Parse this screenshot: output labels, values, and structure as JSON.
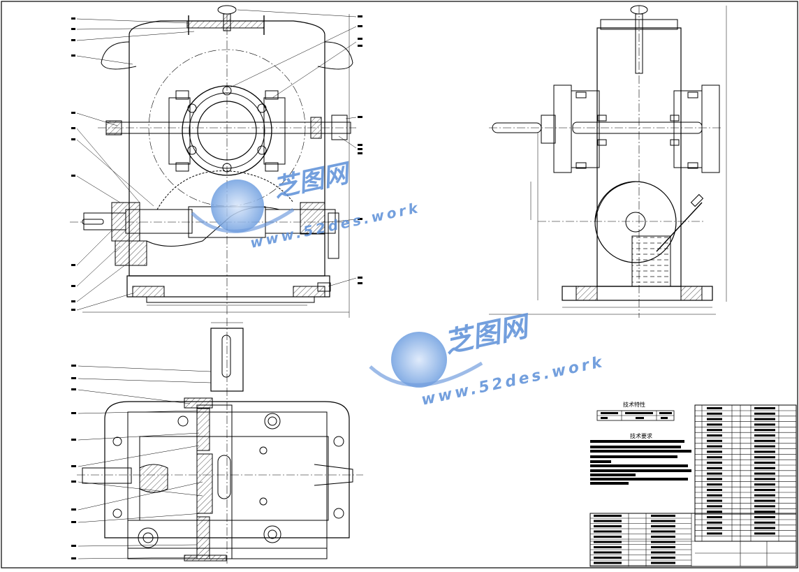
{
  "drawing": {
    "title": "Worm gear reducer assembly drawing",
    "line_color": "#000000",
    "paper_color": "#ffffff"
  },
  "watermark": {
    "brand_cn": "芝图网",
    "brand_url": "www.52des.work",
    "color": "#5b8fd8"
  },
  "notes": {
    "tech_char_title": "技术特性",
    "tech_req_title": "技术要求"
  }
}
